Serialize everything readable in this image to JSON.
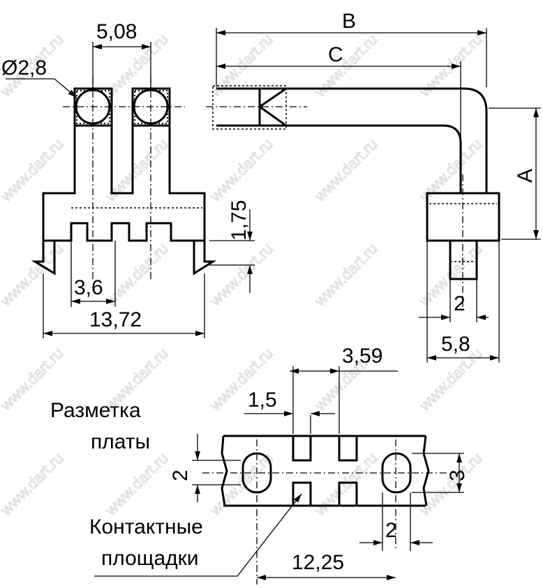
{
  "watermark": "www.dart.ru",
  "dimensions": {
    "hole_diameter": "Ø2,8",
    "pitch": "5,08",
    "height_175": "1,75",
    "width_36": "3,6",
    "total_width": "13,72",
    "B": "B",
    "C": "C",
    "A": "A",
    "pin_width": "2",
    "base_width": "5,8",
    "pad_span": "3,59",
    "pad_width": "1,5",
    "slot_width": "2",
    "slot_height": "3",
    "pad_gap": "2",
    "hole_distance": "12,25"
  },
  "labels": {
    "board_marking_line1": "Разметка",
    "board_marking_line2": "платы",
    "contact_pads_line1": "Контактные",
    "contact_pads_line2": "площадки"
  }
}
